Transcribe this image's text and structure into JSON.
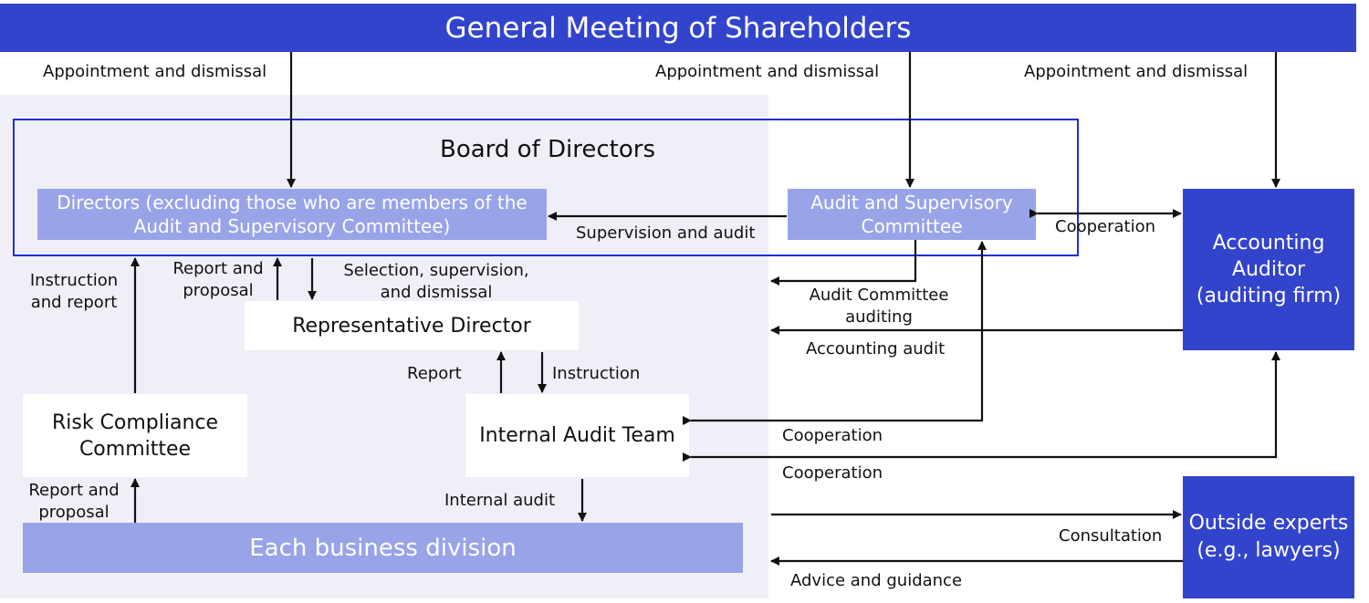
{
  "colors": {
    "dark_blue": "#3344cc",
    "light_blue": "#99a3e8",
    "panel": "#eff0f7",
    "board_border": "#1e2fd6",
    "arrow": "#111111"
  },
  "boxes": {
    "gms": "General Meeting of Shareholders",
    "board": "Board of Directors",
    "directors": "Directors (excluding those who are members of the Audit and Supervisory Committee)",
    "audit_committee": "Audit and Supervisory Committee",
    "accounting_auditor": "Accounting Auditor (auditing firm)",
    "representative_director": "Representative Director",
    "risk_committee": "Risk Compliance Committee",
    "internal_audit_team": "Internal Audit Team",
    "business_division": "Each business division",
    "outside_experts": "Outside experts (e.g., lawyers)"
  },
  "labels": {
    "appoint_1": "Appointment and dismissal",
    "appoint_2": "Appointment and dismissal",
    "appoint_3": "Appointment and dismissal",
    "supervision_audit": "Supervision and audit",
    "cooperation_top": "Cooperation",
    "instruction_report": "Instruction and report",
    "report_proposal_top": "Report and proposal",
    "selection": "Selection, supervision, and dismissal",
    "audit_committee_auditing": "Audit Committee auditing",
    "accounting_audit": "Accounting audit",
    "report": "Report",
    "instruction": "Instruction",
    "cooperation_mid": "Cooperation",
    "cooperation_low": "Cooperation",
    "report_proposal_bottom": "Report and proposal",
    "internal_audit": "Internal audit",
    "consultation": "Consultation",
    "advice_guidance": "Advice and guidance"
  }
}
